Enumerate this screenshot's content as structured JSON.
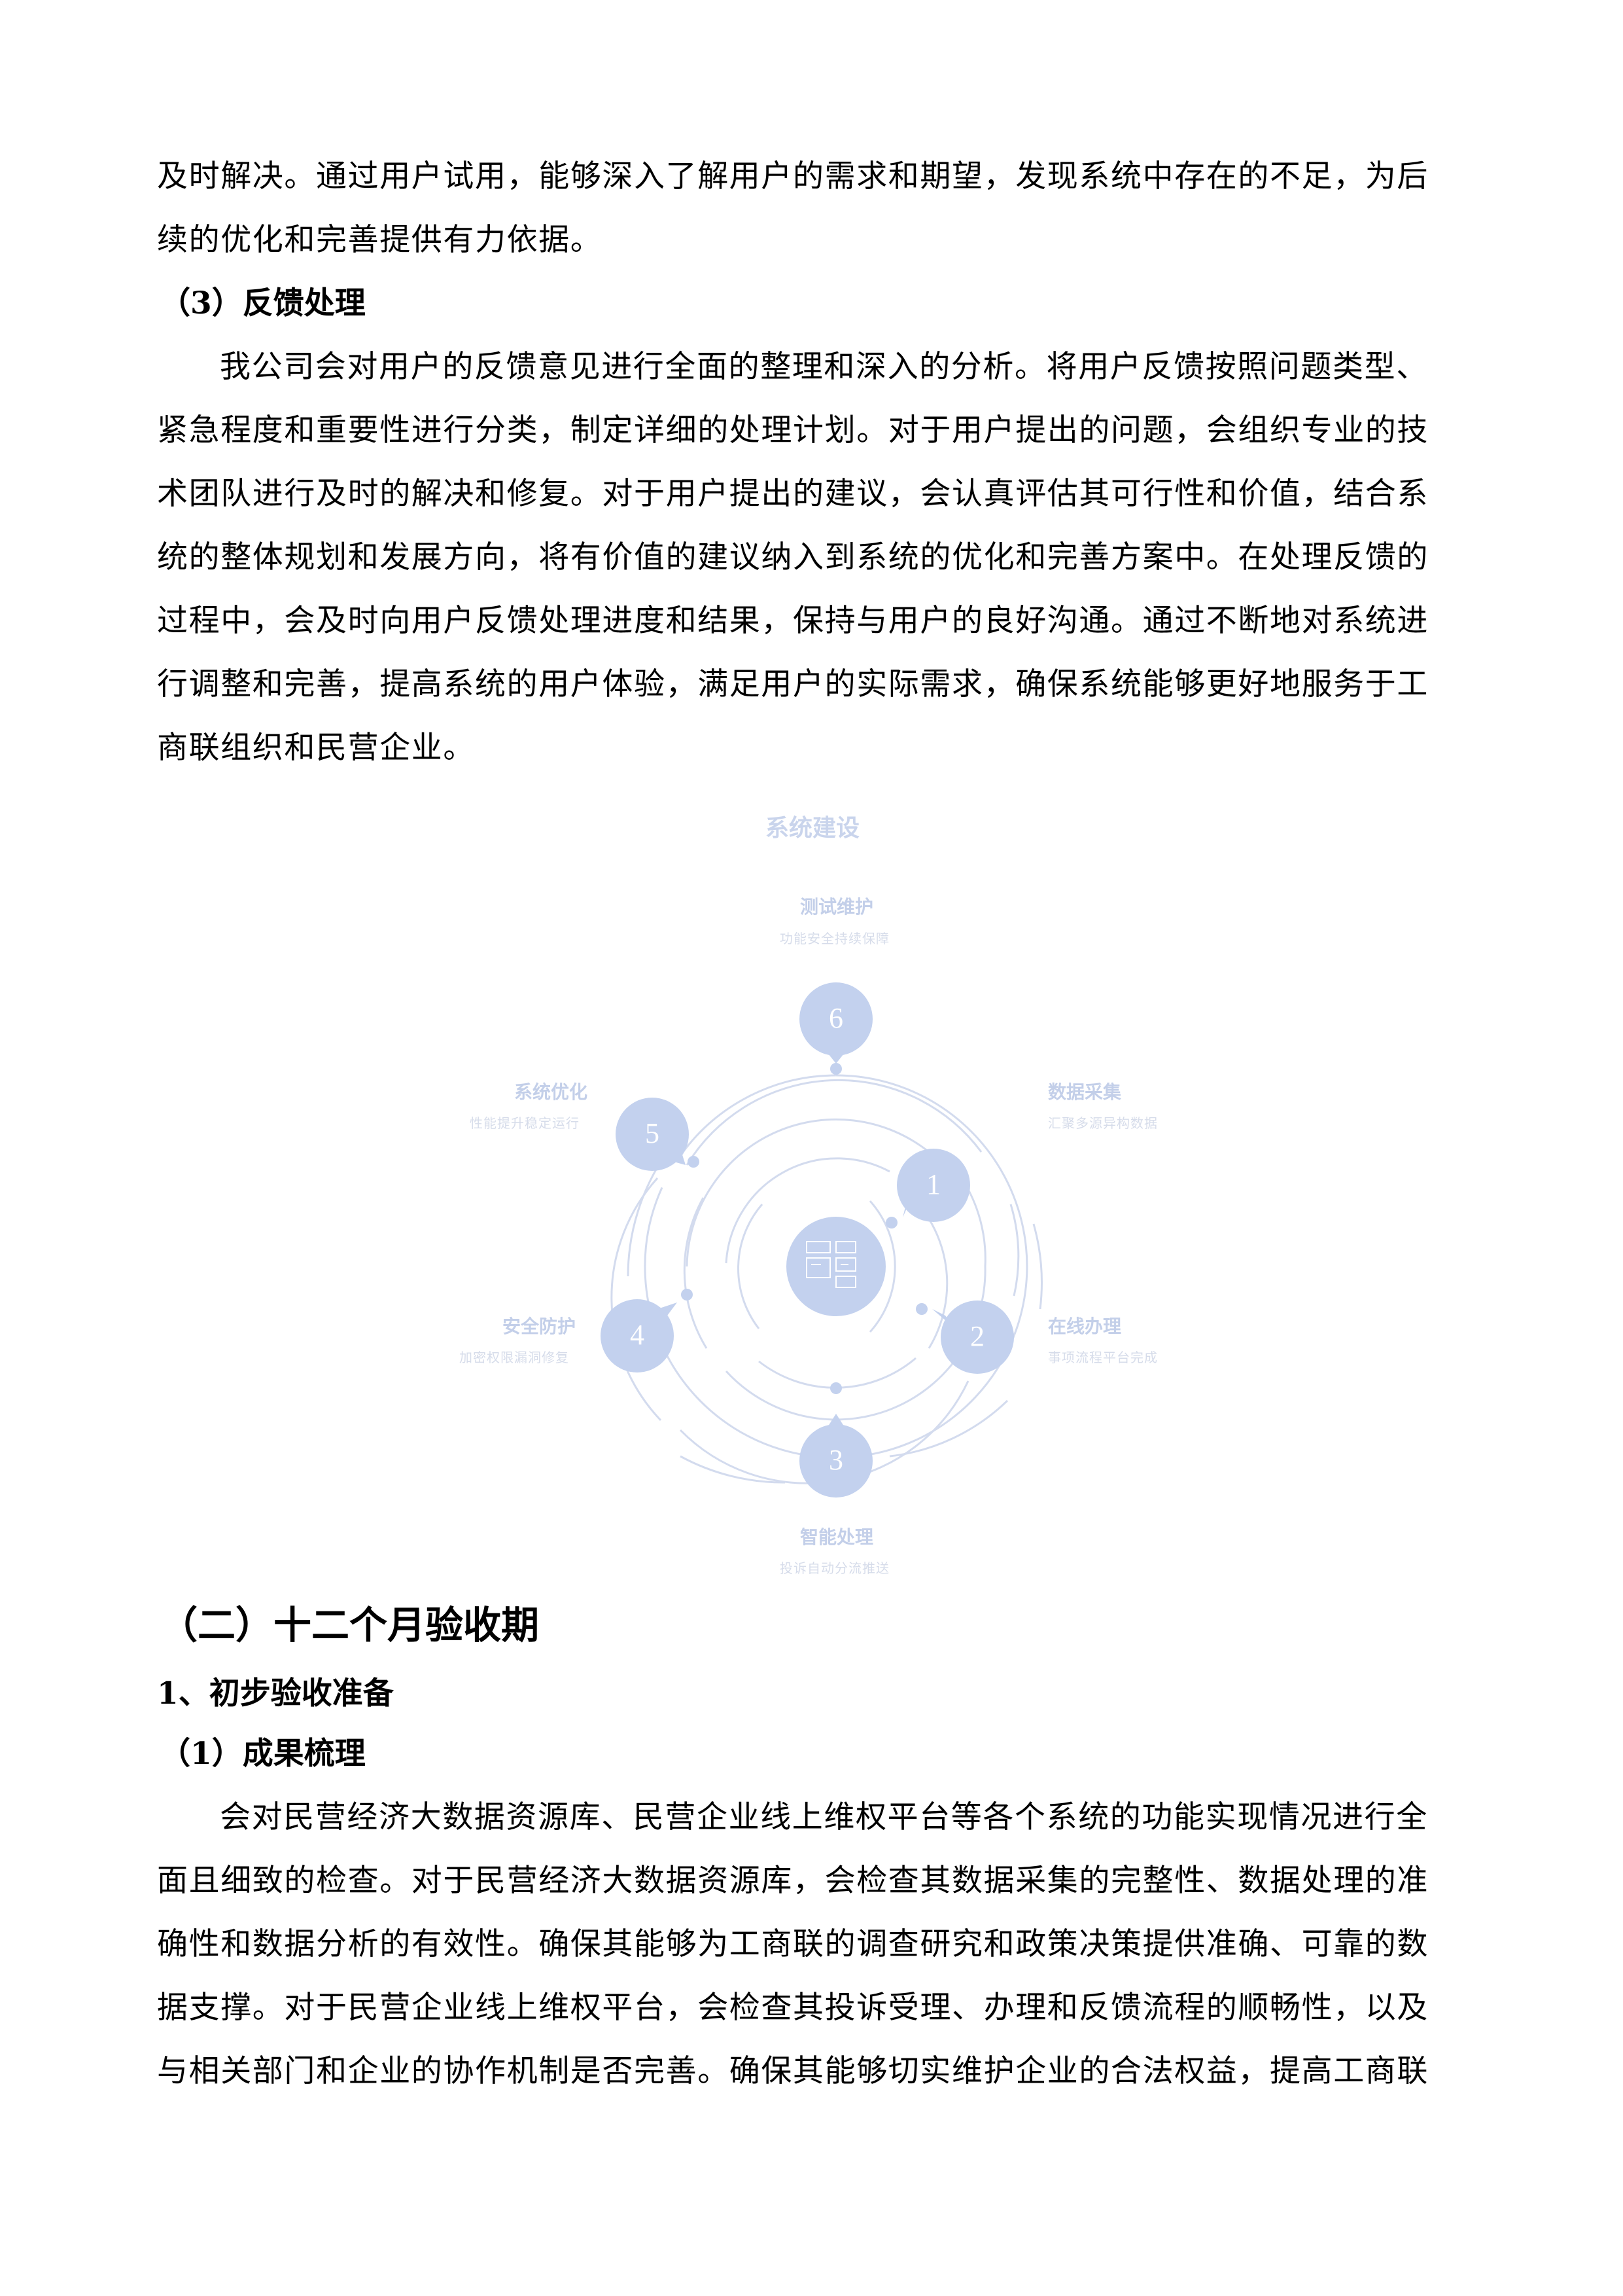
{
  "document": {
    "para_intro_lines": [
      "及时解决。通过用户试用，能够深入了解用户的需求和期望，发现系统中存在的不足，为后",
      "续的优化和完善提供有力依据。"
    ],
    "feedback_heading": "（3）反馈处理",
    "feedback_lines": [
      "我公司会对用户的反馈意见进行全面的整理和深入的分析。将用户反馈按照问题类型、",
      "紧急程度和重要性进行分类，制定详细的处理计划。对于用户提出的问题，会组织专业的技",
      "术团队进行及时的解决和修复。对于用户提出的建议，会认真评估其可行性和价值，结合系",
      "统的整体规划和发展方向，将有价值的建议纳入到系统的优化和完善方案中。在处理反馈的",
      "过程中，会及时向用户反馈处理进度和结果，保持与用户的良好沟通。通过不断地对系统进",
      "行调整和完善，提高系统的用户体验，满足用户的实际需求，确保系统能够更好地服务于工",
      "商联组织和民营企业。"
    ],
    "section_heading": "（二）十二个月验收期",
    "subsection_heading": "1、初步验收准备",
    "item_heading": "（1）成果梳理",
    "results_lines": [
      "会对民营经济大数据资源库、民营企业线上维权平台等各个系统的功能实现情况进行全",
      "面且细致的检查。对于民营经济大数据资源库，会检查其数据采集的完整性、数据处理的准",
      "确性和数据分析的有效性。确保其能够为工商联的调查研究和政策决策提供准确、可靠的数",
      "据支撑。对于民营企业线上维权平台，会检查其投诉受理、办理和反馈流程的顺畅性，以及",
      "与相关部门和企业的协作机制是否完善。确保其能够切实维护企业的合法权益，提高工商联"
    ]
  },
  "diagram": {
    "title": "系统建设",
    "center_icon": "dashboard-grid-icon",
    "accent_color": "#c3d1ee",
    "line_color": "#d3dbee",
    "steps": [
      {
        "number": "1",
        "name": "数据采集",
        "desc": "汇聚多源异构数据"
      },
      {
        "number": "2",
        "name": "在线办理",
        "desc": "事项流程平台完成"
      },
      {
        "number": "3",
        "name": "智能处理",
        "desc": "投诉自动分流推送"
      },
      {
        "number": "4",
        "name": "安全防护",
        "desc": "加密权限漏洞修复"
      },
      {
        "number": "5",
        "name": "系统优化",
        "desc": "性能提升稳定运行"
      },
      {
        "number": "6",
        "name": "测试维护",
        "desc": "功能安全持续保障"
      }
    ]
  }
}
